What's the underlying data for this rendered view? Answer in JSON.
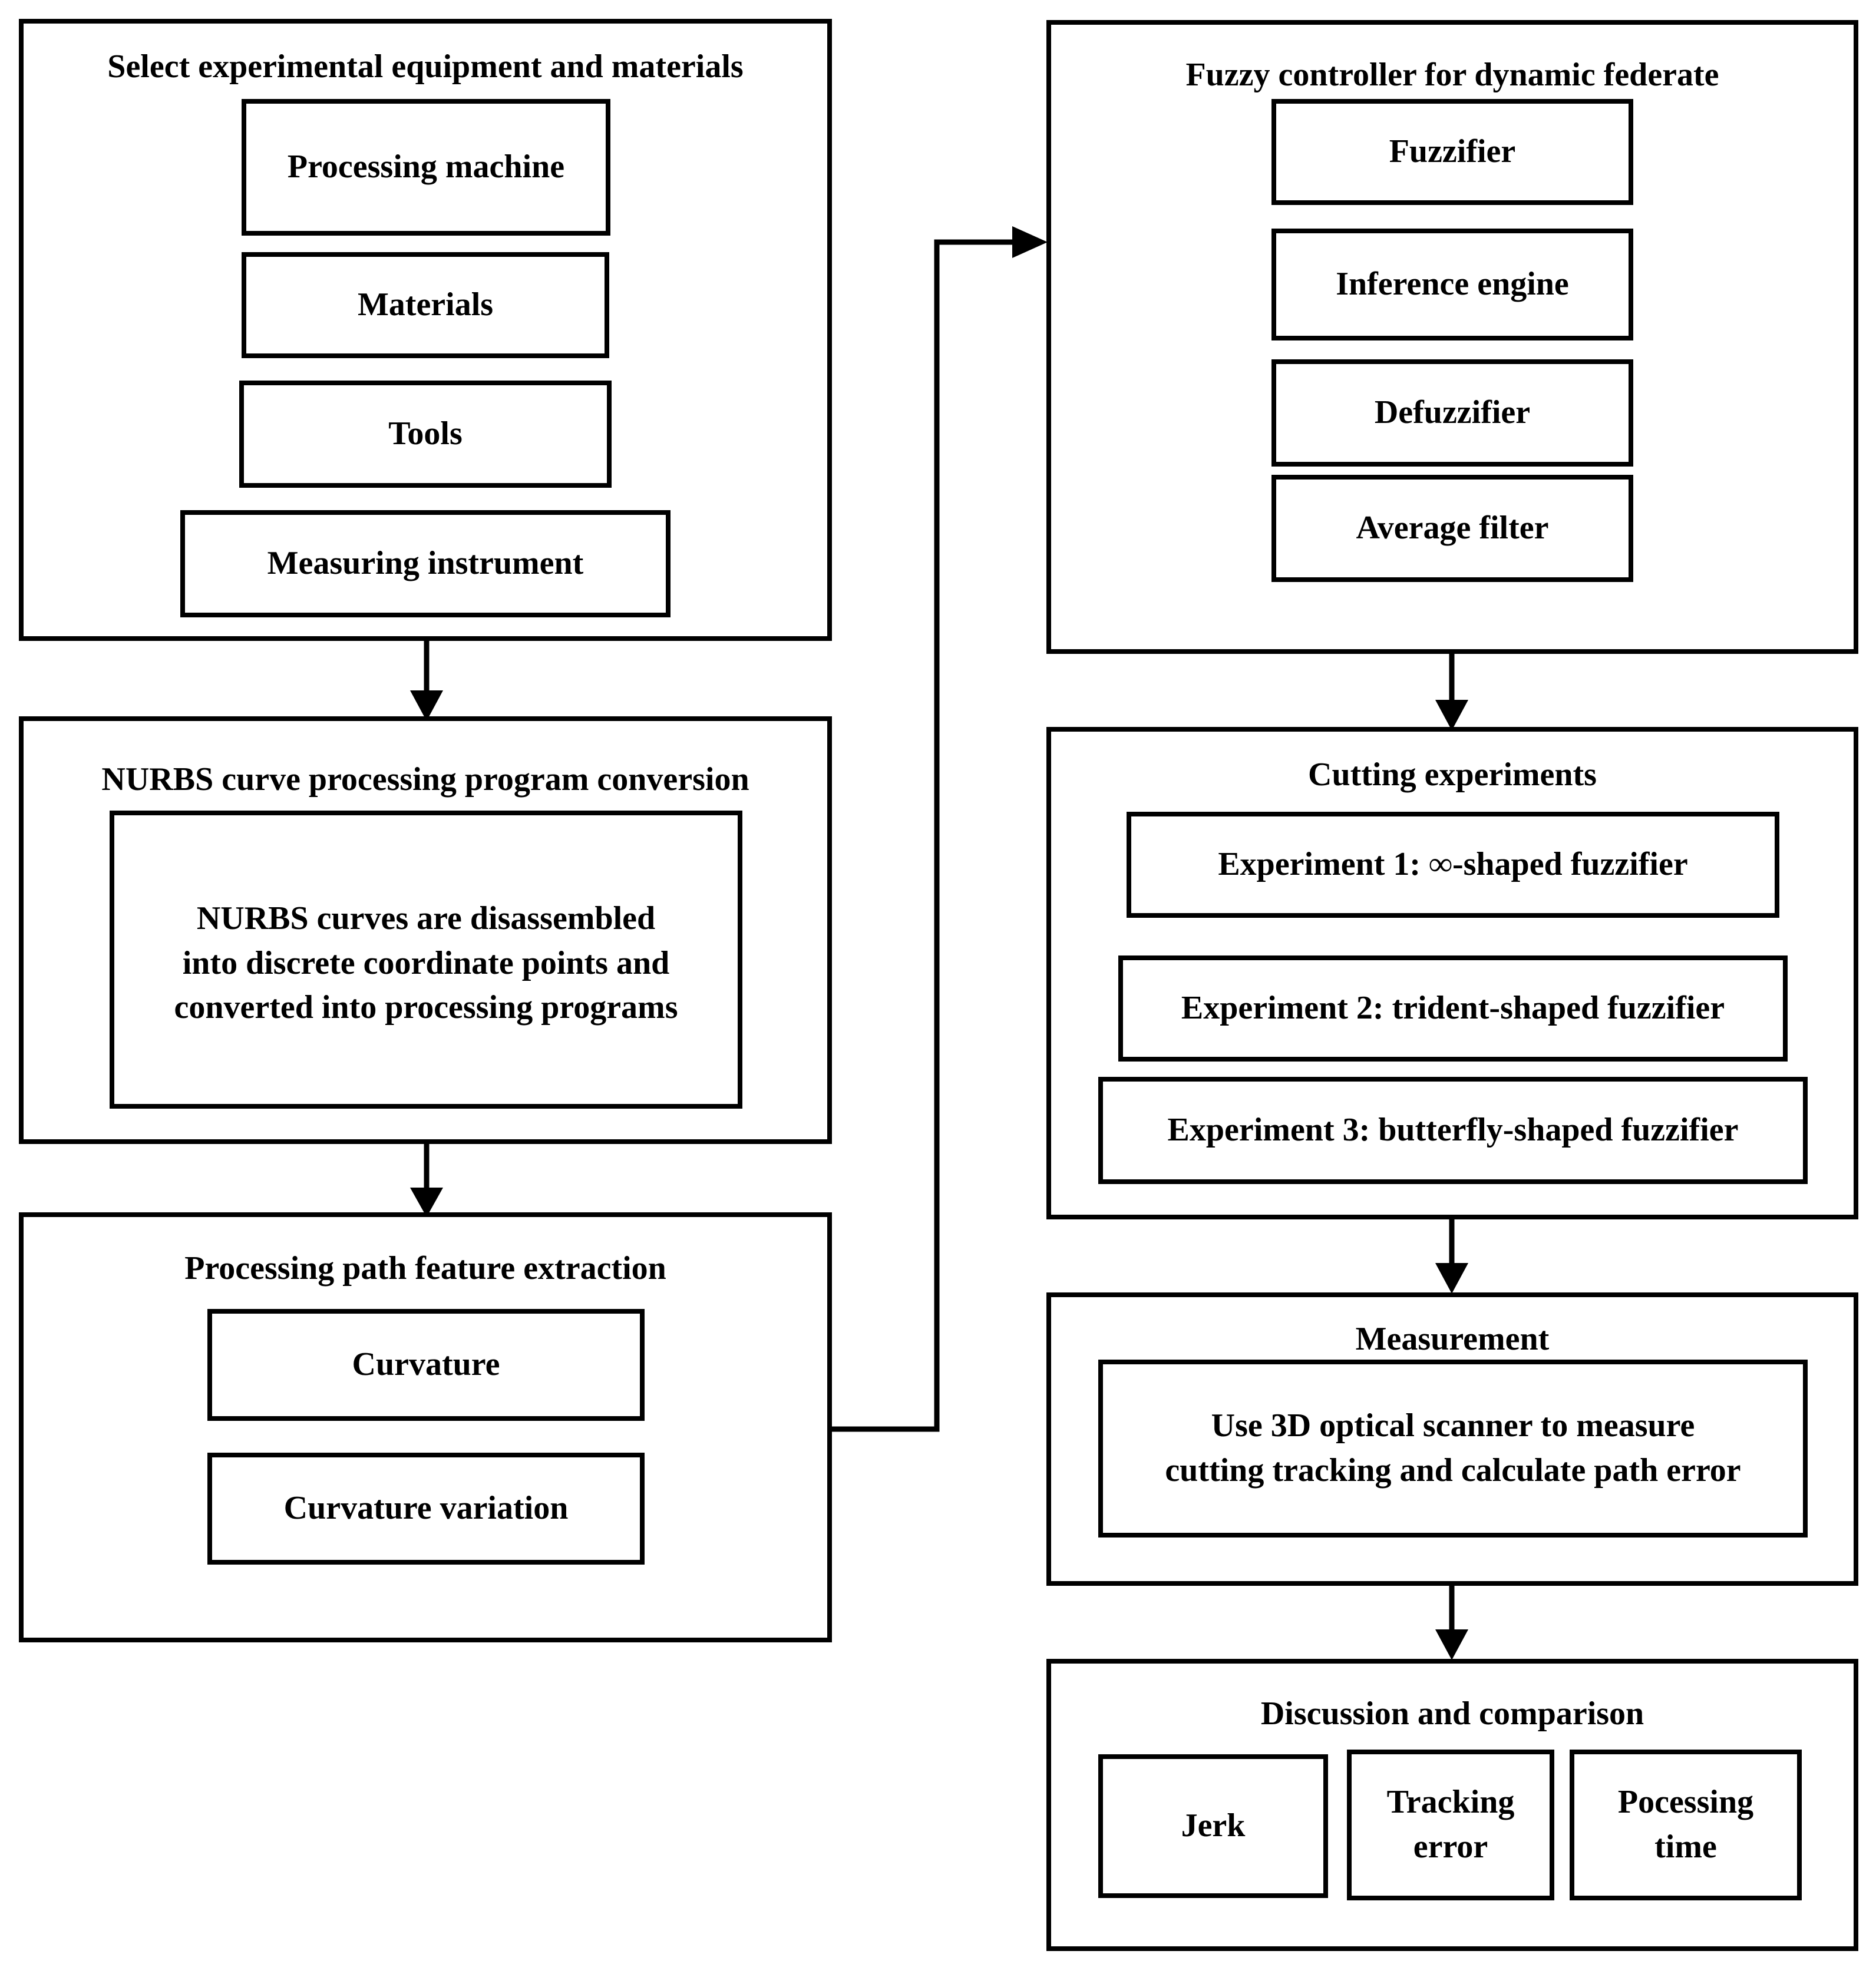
{
  "left_column": {
    "equipment": {
      "title": "Select experimental equipment and materials",
      "items": [
        "Processing machine",
        "Materials",
        "Tools",
        "Measuring instrument"
      ]
    },
    "nurbs": {
      "title": "NURBS curve processing program conversion",
      "description_lines": [
        "NURBS curves are disassembled",
        "into discrete coordinate points and",
        "converted into processing programs"
      ]
    },
    "features": {
      "title": "Processing path feature extraction",
      "items": [
        "Curvature",
        "Curvature variation"
      ]
    }
  },
  "right_column": {
    "fuzzy": {
      "title": "Fuzzy controller for dynamic federate",
      "items": [
        "Fuzzifier",
        "Inference engine",
        "Defuzzifier",
        "Average filter"
      ]
    },
    "cutting": {
      "title": "Cutting experiments",
      "items": [
        "Experiment 1: ∞-shaped fuzzifier",
        "Experiment 2: trident-shaped fuzzifier",
        "Experiment 3: butterfly-shaped fuzzifier"
      ]
    },
    "measurement": {
      "title": "Measurement",
      "description_lines": [
        "Use 3D optical scanner to measure",
        "cutting tracking and calculate path error"
      ]
    },
    "discussion": {
      "title": "Discussion and comparison",
      "items": [
        {
          "line1": "Jerk",
          "line2": ""
        },
        {
          "line1": "Tracking",
          "line2": "error"
        },
        {
          "line1": "Pocessing",
          "line2": "time"
        }
      ]
    }
  },
  "colors": {
    "stroke": "#000000",
    "background": "#ffffff"
  }
}
